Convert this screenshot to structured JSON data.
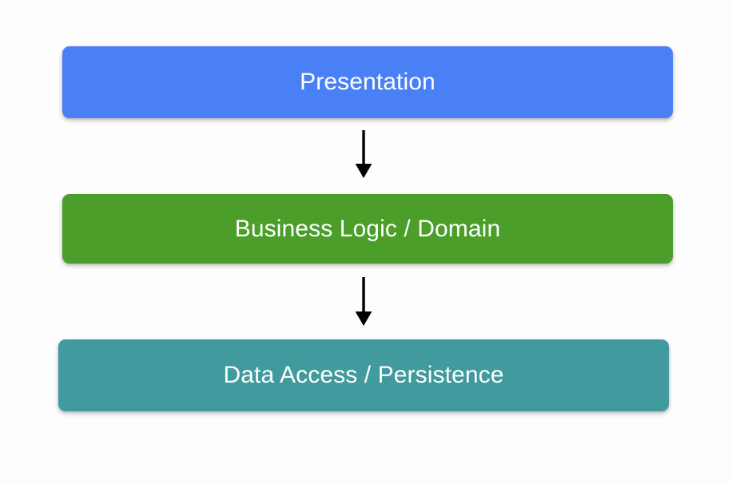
{
  "diagram": {
    "type": "layered-architecture-flowchart",
    "background_color": "#fdfdfd",
    "title": "",
    "orientation": "top-to-bottom",
    "nodes": [
      {
        "id": "presentation",
        "label": "Presentation",
        "fill_color": "#4a80f5",
        "text_color": "#ffffff",
        "shape": "rounded-rectangle"
      },
      {
        "id": "business-logic",
        "label": "Business Logic / Domain",
        "fill_color": "#4b9e2a",
        "text_color": "#ffffff",
        "shape": "rounded-rectangle"
      },
      {
        "id": "data-access",
        "label": "Data Access / Persistence",
        "fill_color": "#419a9d",
        "text_color": "#ffffff",
        "shape": "rounded-rectangle"
      }
    ],
    "edges": [
      {
        "id": "presentation-to-business",
        "from": "presentation",
        "to": "business-logic",
        "label": "",
        "style": "solid-arrow",
        "color": "#000000"
      },
      {
        "id": "business-to-data",
        "from": "business-logic",
        "to": "data-access",
        "label": "",
        "style": "solid-arrow",
        "color": "#000000"
      }
    ]
  }
}
